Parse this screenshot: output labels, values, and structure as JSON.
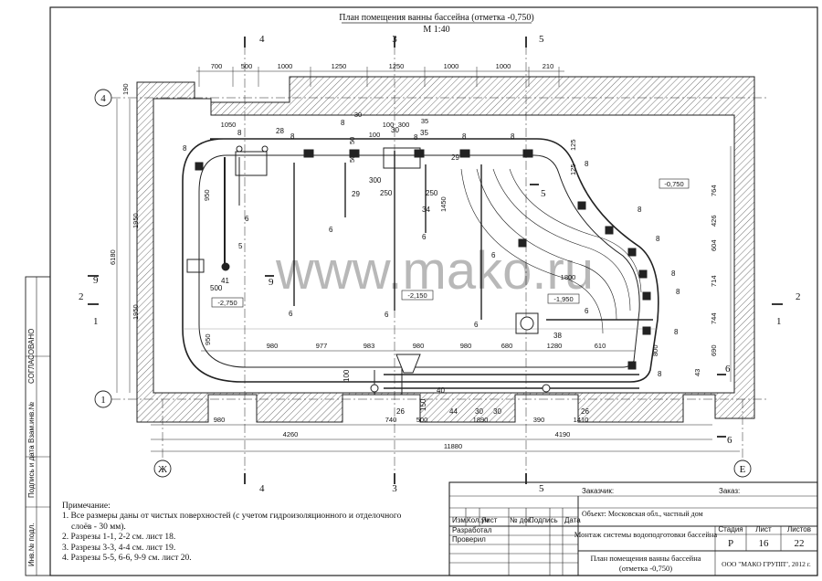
{
  "drawing": {
    "title": "План помещения ванны бассейна (отметка -0,750)",
    "scale": "М 1:40",
    "watermark": "www.mako.ru",
    "axis_top": [
      "4",
      "3",
      "5"
    ],
    "axis_bottom": [
      "4",
      "3",
      "5"
    ],
    "axis_rows": [
      "4",
      "1"
    ],
    "axis_cols": [
      "Ж",
      "Е"
    ],
    "section_marks": [
      "2",
      "1",
      "9",
      "9",
      "2",
      "1",
      "5",
      "6",
      "6"
    ],
    "top_dims": [
      "700",
      "500",
      "1000",
      "1250",
      "1250",
      "1000",
      "1000",
      "210"
    ],
    "top_small_dims": [
      "1050",
      "100",
      "100",
      "300",
      "30",
      "35",
      "50",
      "50"
    ],
    "left_dims": [
      "190",
      "1950",
      "6180",
      "1950",
      "950",
      "950"
    ],
    "right_dims": [
      "764",
      "426",
      "604",
      "714",
      "744",
      "690",
      "43",
      "125",
      "125"
    ],
    "mid_dims": [
      "980",
      "977",
      "983",
      "980",
      "980",
      "680",
      "1280",
      "610"
    ],
    "bottom_dims_1": [
      "980",
      "740",
      "500",
      "1890",
      "390",
      "1410"
    ],
    "bottom_dims_2": [
      "4260",
      "4190"
    ],
    "bottom_dims_total": "11880",
    "levels": [
      "-0,750",
      "-2,750",
      "-2,150",
      "-1,950",
      "1800",
      "1450",
      "800"
    ],
    "callouts": [
      "8",
      "28",
      "29",
      "30",
      "34",
      "35",
      "6",
      "5",
      "41",
      "500",
      "950",
      "300",
      "250",
      "38",
      "26",
      "44",
      "40",
      "150",
      "100",
      "30"
    ]
  },
  "notes": {
    "heading": "Примечание:",
    "items": [
      "1. Все размеры даны от чистых поверхностей (с учетом гидроизоляционного и отделочного",
      "   слоёв - 30 мм).",
      "2. Разрезы 1-1, 2-2 см. лист 18.",
      "3. Разрезы 3-3, 4-4 см. лист 19.",
      "4. Разрезы 5-5, 6-6, 9-9 см. лист 20."
    ]
  },
  "stamp": {
    "customer_label": "Заказчик:",
    "order_label": "Заказ:",
    "object": "Объект: Московская обл., частный дом",
    "cols": [
      "Изм.",
      "Кол.уч",
      "Лист",
      "№ док.",
      "Подпись",
      "Дата"
    ],
    "roles": [
      "Разработал",
      "Проверил"
    ],
    "project_title": "Монтаж системы водоподготовки бассейна",
    "sheet_title": "План помещения ванны бассейна (отметка -0,750)",
    "stage_label": "Стадия",
    "sheet_label": "Лист",
    "sheets_label": "Листов",
    "stage": "Р",
    "sheet": "16",
    "sheets": "22",
    "company": "ООО \"МАКО ГРУПП\", 2012 г."
  },
  "side_stamp": [
    "СОГЛАСОВАНО",
    "Взам.инв.№",
    "Подпись и дата",
    "Инв.№ подл."
  ]
}
